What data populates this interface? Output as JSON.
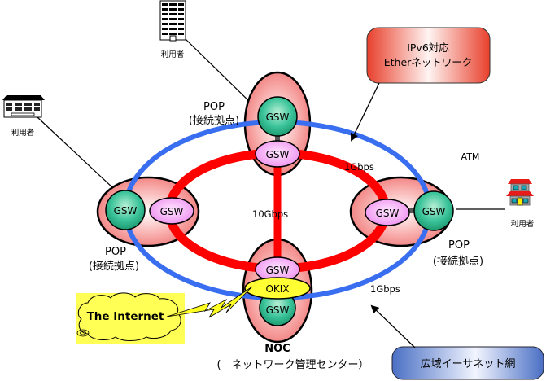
{
  "callouts": {
    "ipv6": {
      "line1": "IPv6対応",
      "line2": "Etherネットワーク"
    },
    "wide_ethernet": "広域イーサネット網"
  },
  "labels": {
    "atm": "ATM",
    "user": "利用者",
    "pop_title": "POP",
    "pop_subtitle": "(接続拠点)",
    "noc_title": "NOC",
    "noc_subtitle": "(　ネットワーク管理センター）",
    "internet": "The Internet",
    "speed_1g": "1Gbps",
    "speed_10g": "10Gbps",
    "gsw": "GSW",
    "okix": "OKIX"
  },
  "nodes": {
    "pop_top": {
      "outer": "GSW",
      "inner": "GSW"
    },
    "pop_left": {
      "outer": "GSW",
      "inner": "GSW"
    },
    "pop_right": {
      "outer": "GSW",
      "inner": "GSW"
    },
    "noc": {
      "inner": "GSW",
      "exchange": "OKIX",
      "outer": "GSW"
    }
  },
  "colors": {
    "outer_ring": "#3a6ef0",
    "inner_ring": "#ff0000",
    "pop_fill": "#f5908f",
    "gsw_outer": "#2fb58a",
    "gsw_inner": "#f0a0f0",
    "okix": "#ffff33",
    "internet_bg": "#ffff4d"
  }
}
